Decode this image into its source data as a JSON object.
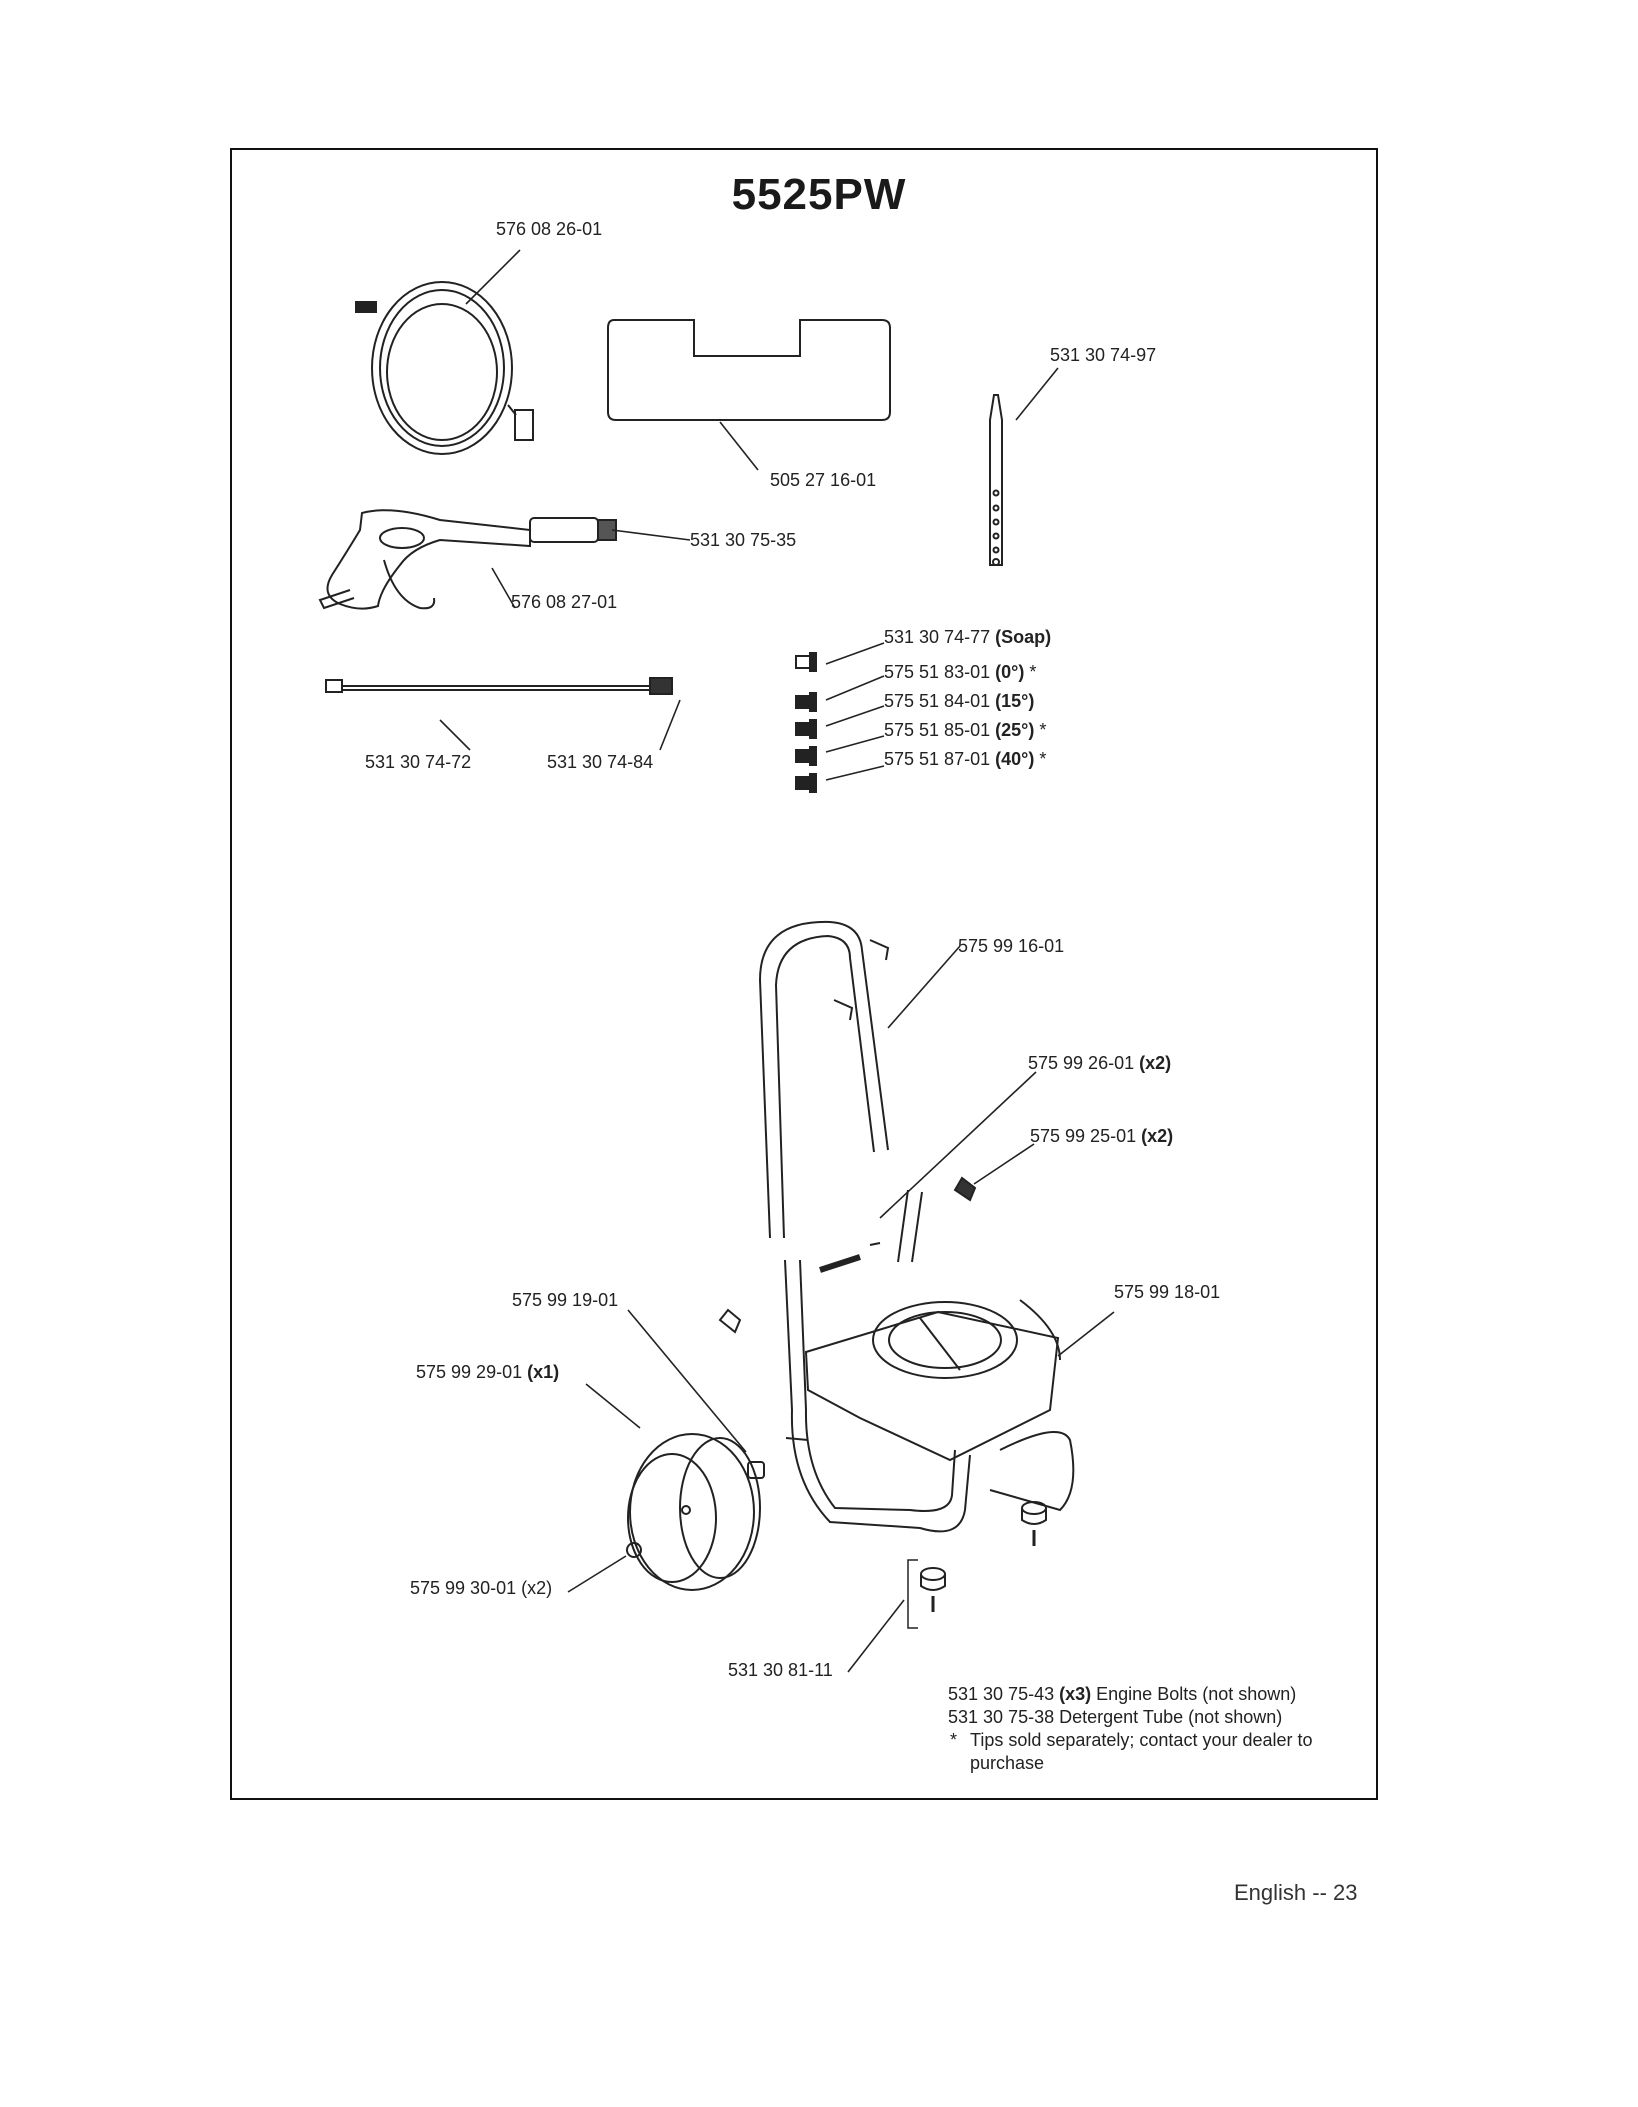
{
  "title": "5525PW",
  "labels": {
    "hose": "576 08 26-01",
    "mat": "505 27 16-01",
    "stick": "531 30 74-97",
    "gun_nozzle": "531 30 75-35",
    "gun": "576 08 27-01",
    "wand_left": "531 30 74-72",
    "wand_right": "531 30 74-84",
    "handle": "575 99 16-01",
    "bolt": "575 99 26-01",
    "knob": "575 99 25-01",
    "frame": "575 99 18-01",
    "axle_cap": "575 99 19-01",
    "wheel": "575 99 29-01",
    "hubcap": "575 99 30-01",
    "foot": "531 30 81-11"
  },
  "qty": {
    "bolt": "(x2)",
    "knob": "(x2)",
    "wheel": "(x1)",
    "hubcap": "(x2)"
  },
  "tips": [
    {
      "part": "531 30 74-77",
      "spec": "(Soap)",
      "star": ""
    },
    {
      "part": "575 51 83-01",
      "spec": "(0°)",
      "star": "*"
    },
    {
      "part": "575 51 84-01",
      "spec": "(15°)",
      "star": ""
    },
    {
      "part": "575 51 85-01",
      "spec": "(25°)",
      "star": "*"
    },
    {
      "part": "575 51 87-01",
      "spec": "(40°)",
      "star": "*"
    }
  ],
  "notes": {
    "line1_part": "531 30 75-43",
    "line1_qty": "(x3)",
    "line1_text": "Engine Bolts (not shown)",
    "line2": "531 30 75-38 Detergent Tube (not shown)",
    "star": "*",
    "line3": "Tips sold separately; contact your dealer to purchase"
  },
  "footer": "English -- 23"
}
